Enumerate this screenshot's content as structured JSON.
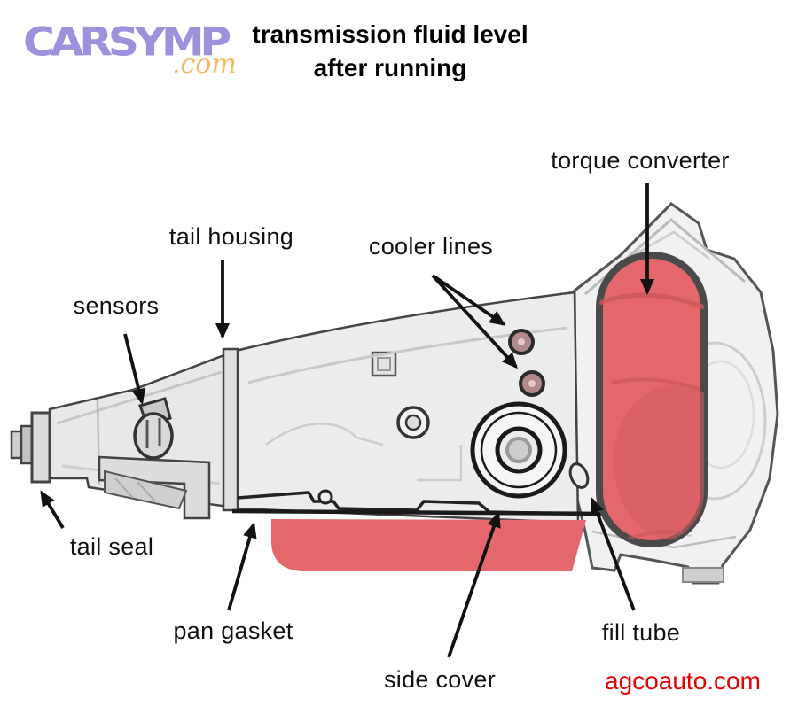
{
  "logo": {
    "brand": "CARSYMP",
    "tld": ".com"
  },
  "title": {
    "line1": "transmission fluid level",
    "line2": "after running"
  },
  "parts": {
    "torque_converter": "torque converter",
    "tail_housing": "tail housing",
    "cooler_lines": "cooler lines",
    "sensors": "sensors",
    "tail_seal": "tail seal",
    "pan_gasket": "pan gasket",
    "side_cover": "side cover",
    "fill_tube": "fill tube"
  },
  "credit": {
    "site": "agcoauto.com"
  },
  "colors": {
    "highlight_red": "#e4686b",
    "highlight_shade": "#d15b60",
    "credit_red": "#e60000",
    "logo_purple": "#9c92dc",
    "logo_orange": "#f5b963",
    "outline_dark": "#444444",
    "arrow_black": "#111111"
  }
}
